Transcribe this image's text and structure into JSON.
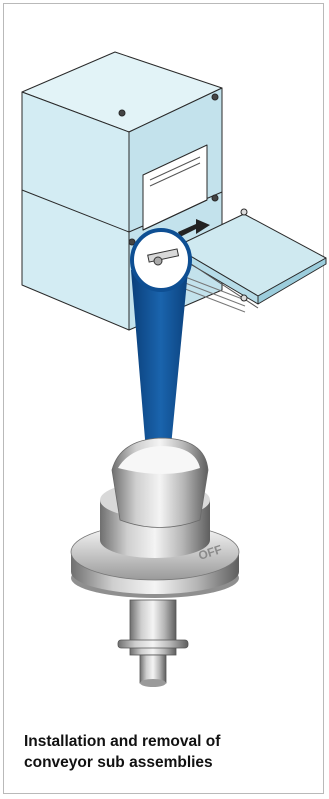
{
  "figure": {
    "knob_dial_text": "OFF",
    "colors": {
      "cabinet": "#cfe9f0",
      "cabinet_edge": "#2a2a2a",
      "beam": "#0e4f93",
      "metal_light": "#e8e8e8",
      "metal_dark": "#7a7a7a"
    },
    "icons": [
      "conveyor-cabinet-illustration",
      "arrow-right-icon",
      "magnifier-beam",
      "locking-knob-illustration"
    ]
  },
  "caption": {
    "line1": "Installation and removal of",
    "line2": "conveyor sub assemblies"
  }
}
